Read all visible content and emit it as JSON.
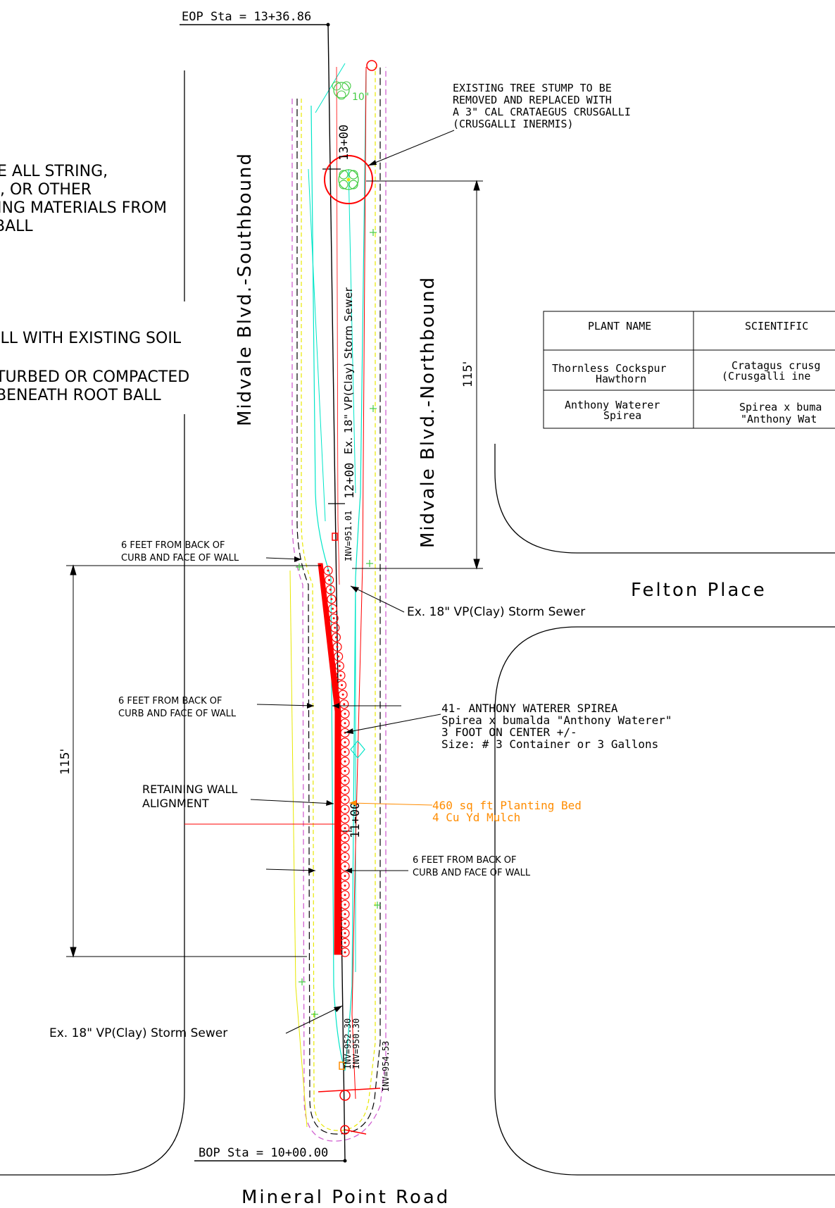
{
  "stations": {
    "eop": "EOP Sta = 13+36.86",
    "bop": "BOP Sta = 10+00.00",
    "sta_13": "13+00",
    "sta_12": "12+00",
    "sta_11": "11+00"
  },
  "streets": {
    "southbound": "Midvale Blvd.-Southbound",
    "northbound": "Midvale Blvd.-Northbound",
    "felton": "Felton Place",
    "mineral": "Mineral Point Road"
  },
  "notes_left": [
    "E ALL STRING,",
    ", OR OTHER",
    "ING MATERIALS FROM",
    "BALL",
    "ILL WITH EXISTING SOIL",
    "TURBED OR COMPACTED",
    "BENEATH ROOT BALL"
  ],
  "callouts": {
    "tree_stump": [
      "EXISTING TREE STUMP TO BE",
      "REMOVED AND REPLACED WITH",
      "A 3\" CAL CRATAEGUS CRUSGALLI",
      "(CRUSGALLI INERMIS)"
    ],
    "tree_diameter": "10\"",
    "storm_sewer": "Ex. 18\" VP(Clay) Storm Sewer",
    "storm_sewer_vertical": "Ex. 18\" VP(Clay) Storm Sewer",
    "inv_951": "INV=951.01",
    "inv_952": "INV=952.30",
    "inv_950": "INV=950.30",
    "inv_954": "INV=954.53",
    "offset_1": [
      "6 FEET FROM BACK OF",
      "CURB AND FACE OF WALL"
    ],
    "offset_2": [
      "6 FEET FROM BACK OF",
      "CURB AND FACE OF WALL"
    ],
    "offset_3": [
      "6 FEET FROM BACK OF",
      "CURB AND FACE OF WALL"
    ],
    "spirea": [
      "41- ANTHONY WATERER SPIREA",
      "Spirea x bumalda \"Anthony Waterer\"",
      "3 FOOT ON CENTER +/-",
      "Size: # 3 Container or 3 Gallons"
    ],
    "retaining_wall": [
      "RETAINING WALL",
      "ALIGNMENT"
    ],
    "planting_bed": [
      "460 sq ft Planting Bed",
      "4 Cu Yd Mulch"
    ]
  },
  "dimensions": {
    "right": "115'",
    "left": "115'"
  },
  "plant_table": {
    "headers": [
      "PLANT NAME",
      "SCIENTIFIC"
    ],
    "rows": [
      {
        "name": [
          "Thornless Cockspur",
          "Hawthorn"
        ],
        "scientific": [
          "Cratagus crusg",
          "(Crusgalli ine"
        ]
      },
      {
        "name": [
          "Anthony Waterer",
          "Spirea"
        ],
        "scientific": [
          "Spirea x buma",
          "\"Anthony Wat"
        ]
      }
    ]
  },
  "colors": {
    "red": "#ff0000",
    "cyan": "#00e5c8",
    "magenta": "#d060d0",
    "orange": "#ff8c00",
    "green": "#44cc44",
    "yellow": "#e8e800"
  }
}
